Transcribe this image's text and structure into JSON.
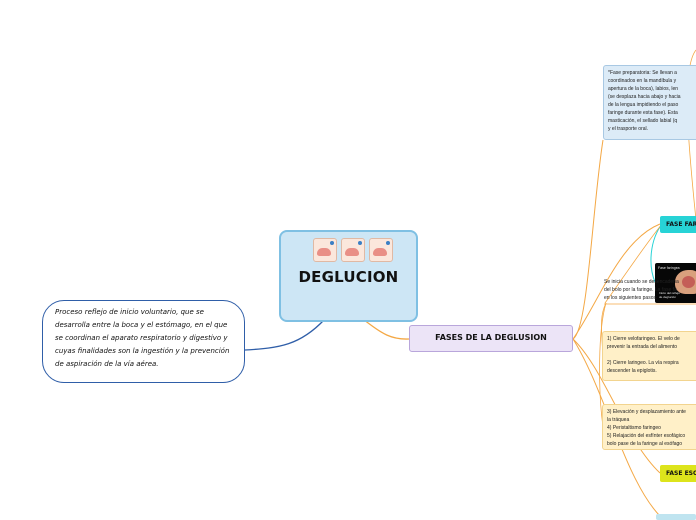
{
  "central": {
    "title": "DEGLUCION"
  },
  "definition": {
    "text": "Proceso reflejo de inicio voluntario, que se desarrolla entre la boca y el estómago, en el que se coordinan el aparato respiratorio y digestivo y cuyas finalidades son la ingestión y la prevención de aspiración de la vía aérea."
  },
  "main_branch": {
    "label": "FASES DE LA DEGLUSION"
  },
  "preparatory": {
    "text": "*Fase preparatoria: Se llevan a\ncoordinados en la mandíbula y\napertura de la boca), labios, len\n(se desplaza hacia abajo y hacia\nde la lengua impidiendo el paso\nfaringe durante esta fase). Esta\nmasticación, el sellado labial (q\ny el trasporte oral."
  },
  "faringea": {
    "label": "FASE FAR",
    "image_caption_top": "Fase faríngea",
    "image_caption_bottom": "Inicio del reflejo\nde deglución",
    "intro": "Se inicia cuando se desencadena\ndel bolo por la faringe. La fase fa\nen los siguientes pasos:"
  },
  "steps": {
    "group_a": "1) Cierre velofaringeo. El velo de\nprevenir la entrada del alimento\n\n2) Cierre laringeo. La vía respira\ndescender la epiglotis.",
    "group_b": "3) Elevación y desplazamiento ante\nla tráquea\n4) Peristaltismo faringeo\n5) Relajación del esfínter esofágico\nbolo pase de la faringe al esófago"
  },
  "esofagica": {
    "label": "FASE ESO"
  },
  "colors": {
    "central_fill": "#cde6f5",
    "definition_border": "#2f5ea8",
    "main_branch_fill": "#ece4f7",
    "connector_orange": "#f4a845",
    "faringea_fill": "#27d3d6",
    "esofagica_fill": "#dde41c",
    "steps_fill": "#fff0c8",
    "preparatory_fill": "#dcebf7"
  }
}
